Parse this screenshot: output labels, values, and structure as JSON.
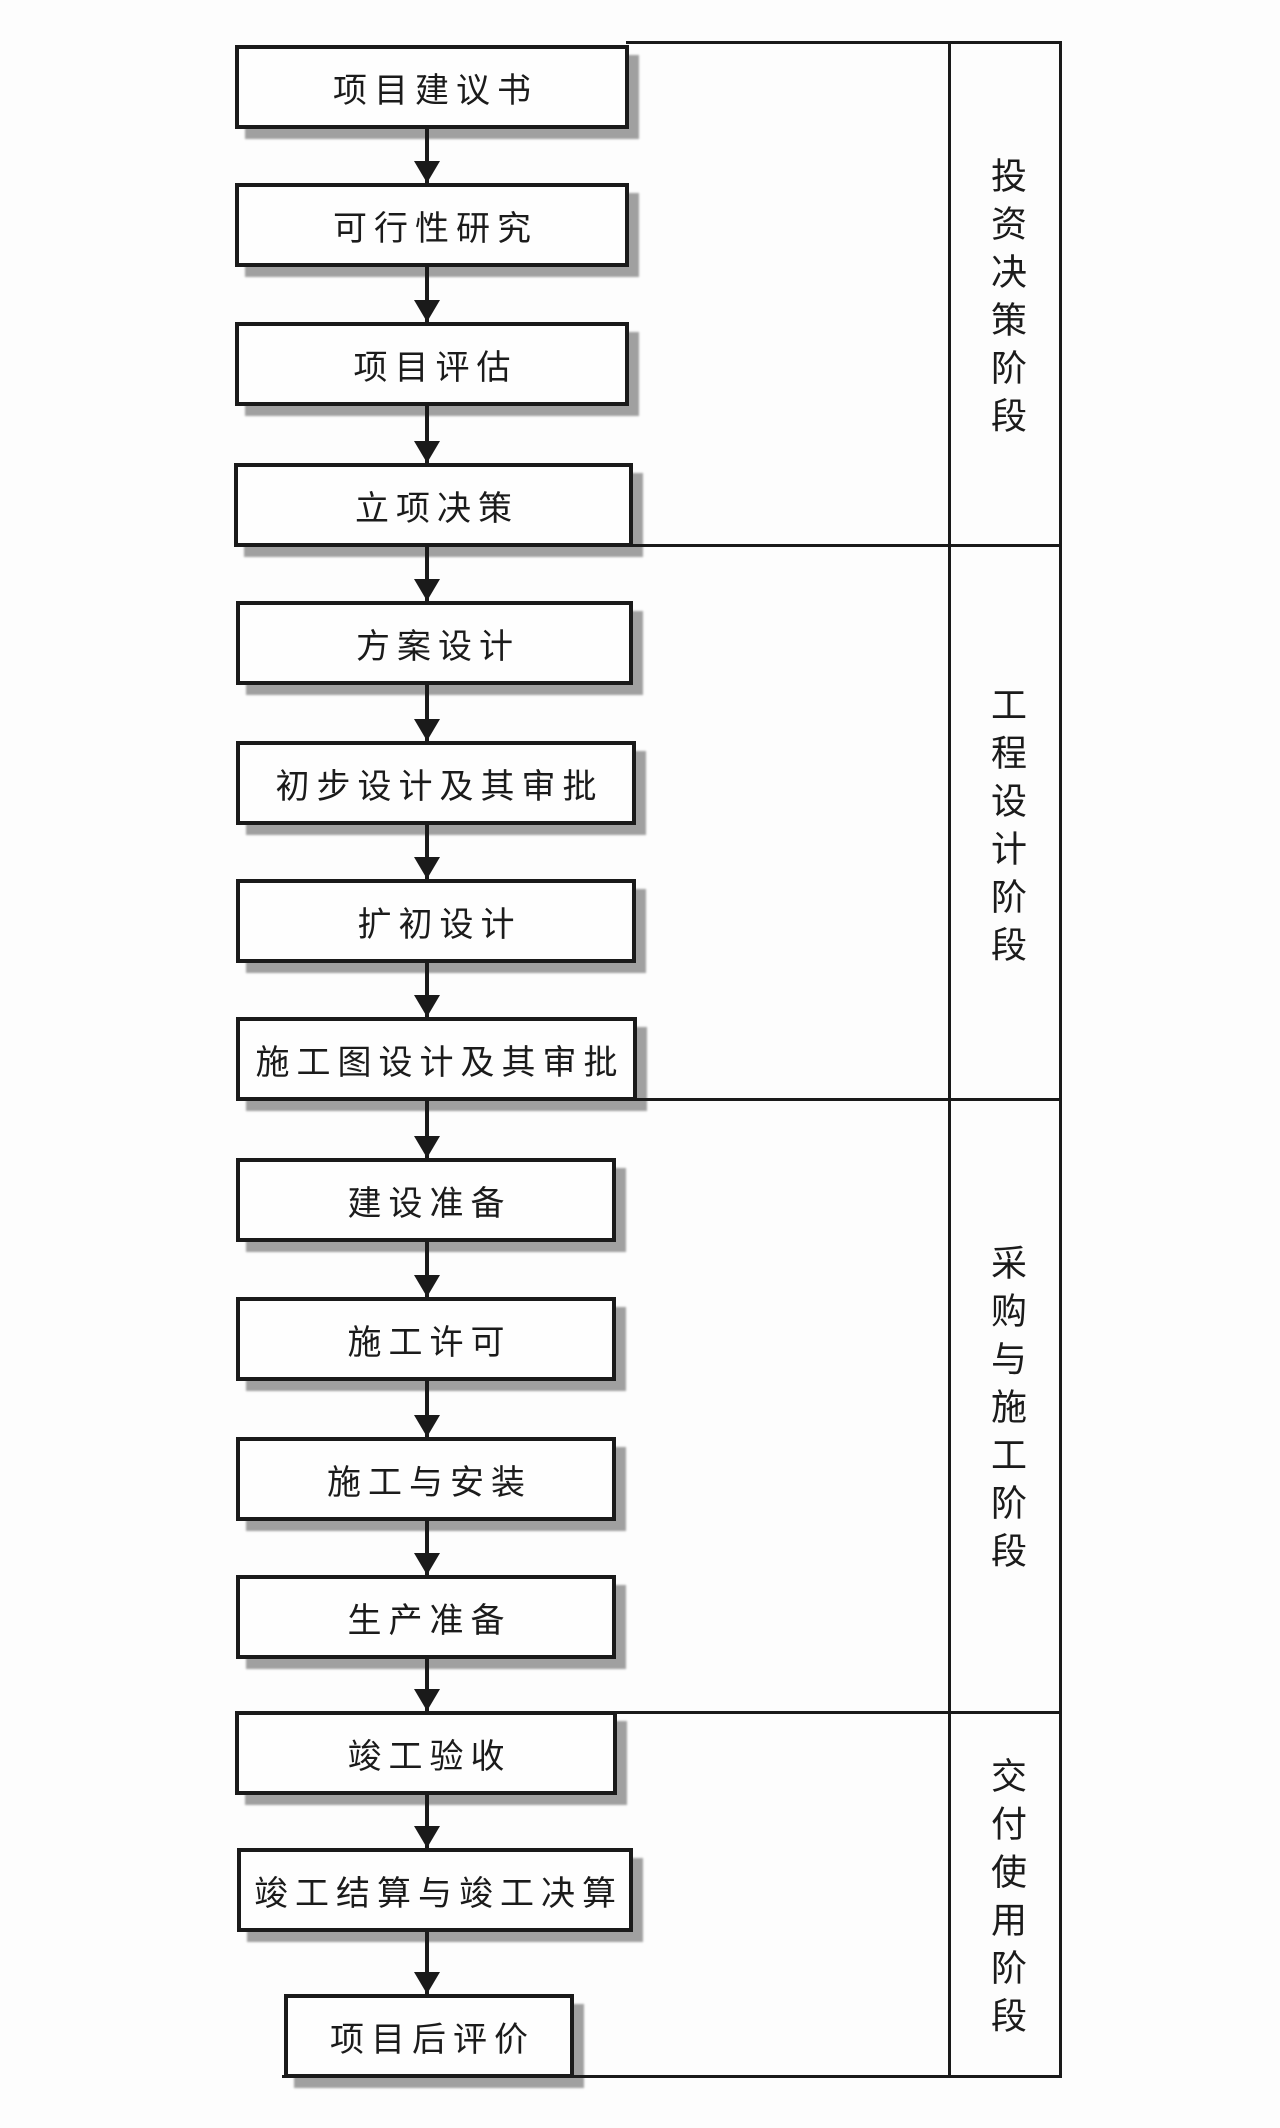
{
  "flow": {
    "steps": [
      {
        "label": "项目建议书"
      },
      {
        "label": "可行性研究"
      },
      {
        "label": "项目评估"
      },
      {
        "label": "立项决策"
      },
      {
        "label": "方案设计"
      },
      {
        "label": "初步设计及其审批"
      },
      {
        "label": "扩初设计"
      },
      {
        "label": "施工图设计及其审批"
      },
      {
        "label": "建设准备"
      },
      {
        "label": "施工许可"
      },
      {
        "label": "施工与安装"
      },
      {
        "label": "生产准备"
      },
      {
        "label": "竣工验收"
      },
      {
        "label": "竣工结算与竣工决算"
      },
      {
        "label": "项目后评价"
      }
    ]
  },
  "phases": [
    {
      "label": "投资决策阶段"
    },
    {
      "label": "工程设计阶段"
    },
    {
      "label": "采购与施工阶段"
    },
    {
      "label": "交付使用阶段"
    }
  ],
  "colors": {
    "line": "#1a1a1a",
    "shadow": "#a0a0a0",
    "background": "#fdfdfd",
    "box_background": "#fefefe",
    "text": "#1b1b1b"
  }
}
